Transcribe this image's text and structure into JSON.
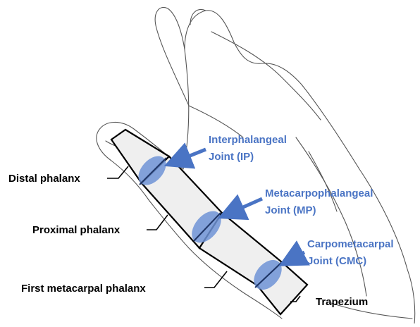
{
  "colors": {
    "accent": "#4a74c4",
    "joint_fill": "#6e93d6",
    "bone_fill": "#efefef",
    "outline": "#000000",
    "hand_sketch": "#555555"
  },
  "bone_labels": {
    "distal": "Distal phalanx",
    "proximal": "Proximal phalanx",
    "metacarpal": "First metacarpal phalanx",
    "trapezium": "Trapezium"
  },
  "joints": {
    "ip": {
      "line1": "Interphalangeal",
      "line2": "Joint (IP)"
    },
    "mp": {
      "line1": "Metacarpophalangeal",
      "line2": "Joint (MP)"
    },
    "cmc": {
      "line1": "Carpometacarpal",
      "line2": "Joint (CMC)"
    }
  }
}
